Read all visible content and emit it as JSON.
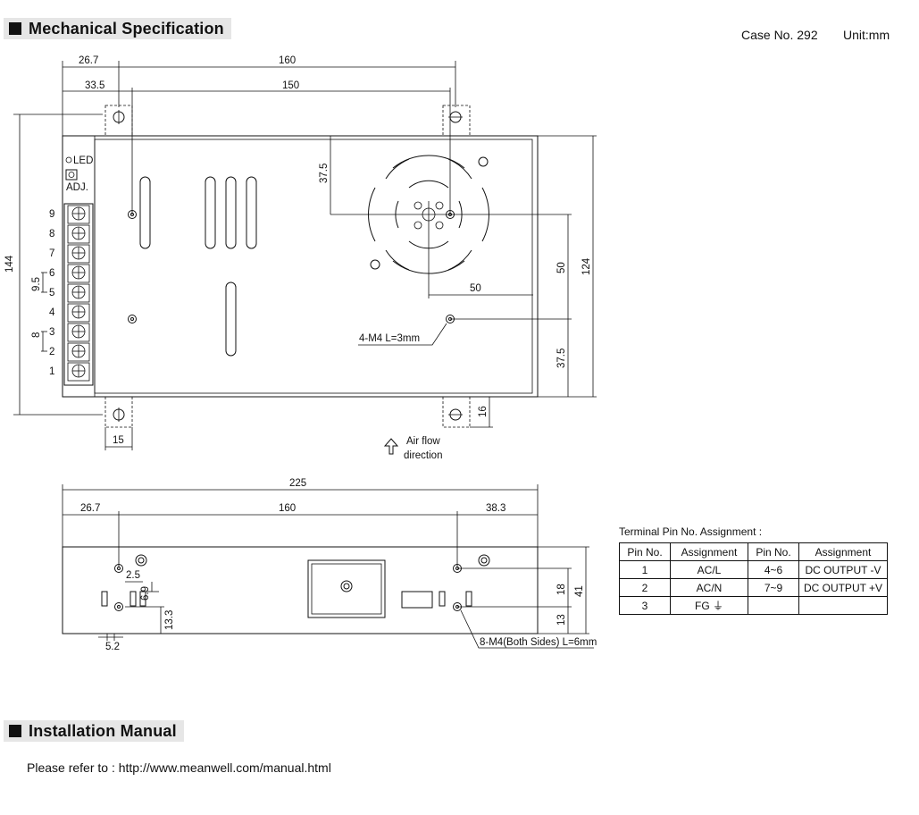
{
  "sections": {
    "mechanical": "Mechanical Specification",
    "installation": "Installation Manual"
  },
  "meta": {
    "case_no": "Case No. 292",
    "unit": "Unit:mm"
  },
  "top_view": {
    "dim_top_left": "26.7",
    "dim_top_span": "160",
    "dim_second_left": "33.5",
    "dim_second_span": "150",
    "dim_height_total": "144",
    "dim_body_height": "124",
    "dim_fan_offset": "37.5",
    "dim_hole_vertical": "50",
    "dim_hole_horizontal": "50",
    "dim_bottom_offset": "37.5",
    "dim_pin_pitch_a": "9.5",
    "dim_pin_pitch_b": "8",
    "dim_tab_width": "15",
    "dim_tab_height": "16",
    "mount_note": "4-M4  L=3mm",
    "led_label": "LED",
    "adj_label": "ADJ.",
    "pins": [
      "9",
      "8",
      "7",
      "6",
      "5",
      "4",
      "3",
      "2",
      "1"
    ],
    "airflow_line1": "Air flow",
    "airflow_line2": "direction"
  },
  "side_view": {
    "dim_total": "225",
    "dim_left": "26.7",
    "dim_span": "160",
    "dim_right": "38.3",
    "dim_2_5": "2.5",
    "dim_6_9": "6.9",
    "dim_13_3": "13.3",
    "dim_5_2": "5.2",
    "dim_18": "18",
    "dim_41": "41",
    "dim_13": "13",
    "screw_note": "8-M4(Both Sides) L=6mm"
  },
  "terminal_table": {
    "caption": "Terminal Pin No. Assignment :",
    "headers": [
      "Pin No.",
      "Assignment",
      "Pin No.",
      "Assignment"
    ],
    "rows": [
      [
        "1",
        "AC/L",
        "4~6",
        "DC OUTPUT -V"
      ],
      [
        "2",
        "AC/N",
        "7~9",
        "DC OUTPUT +V"
      ],
      [
        "3",
        "FG ⏚",
        "",
        ""
      ]
    ]
  },
  "installation": {
    "reference": "Please refer to : http://www.meanwell.com/manual.html"
  }
}
